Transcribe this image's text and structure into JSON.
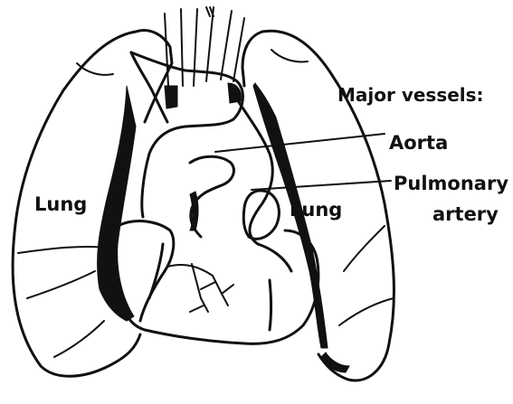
{
  "labels": {
    "major_vessels": "Major vessels:",
    "aorta": "Aorta",
    "pulmonary_line1": "Pulmonary",
    "pulmonary_line2": "artery",
    "lung_left": "Lung",
    "lung_right": "Lung"
  },
  "colors": {
    "ink": "#111111",
    "background": "#ffffff"
  }
}
